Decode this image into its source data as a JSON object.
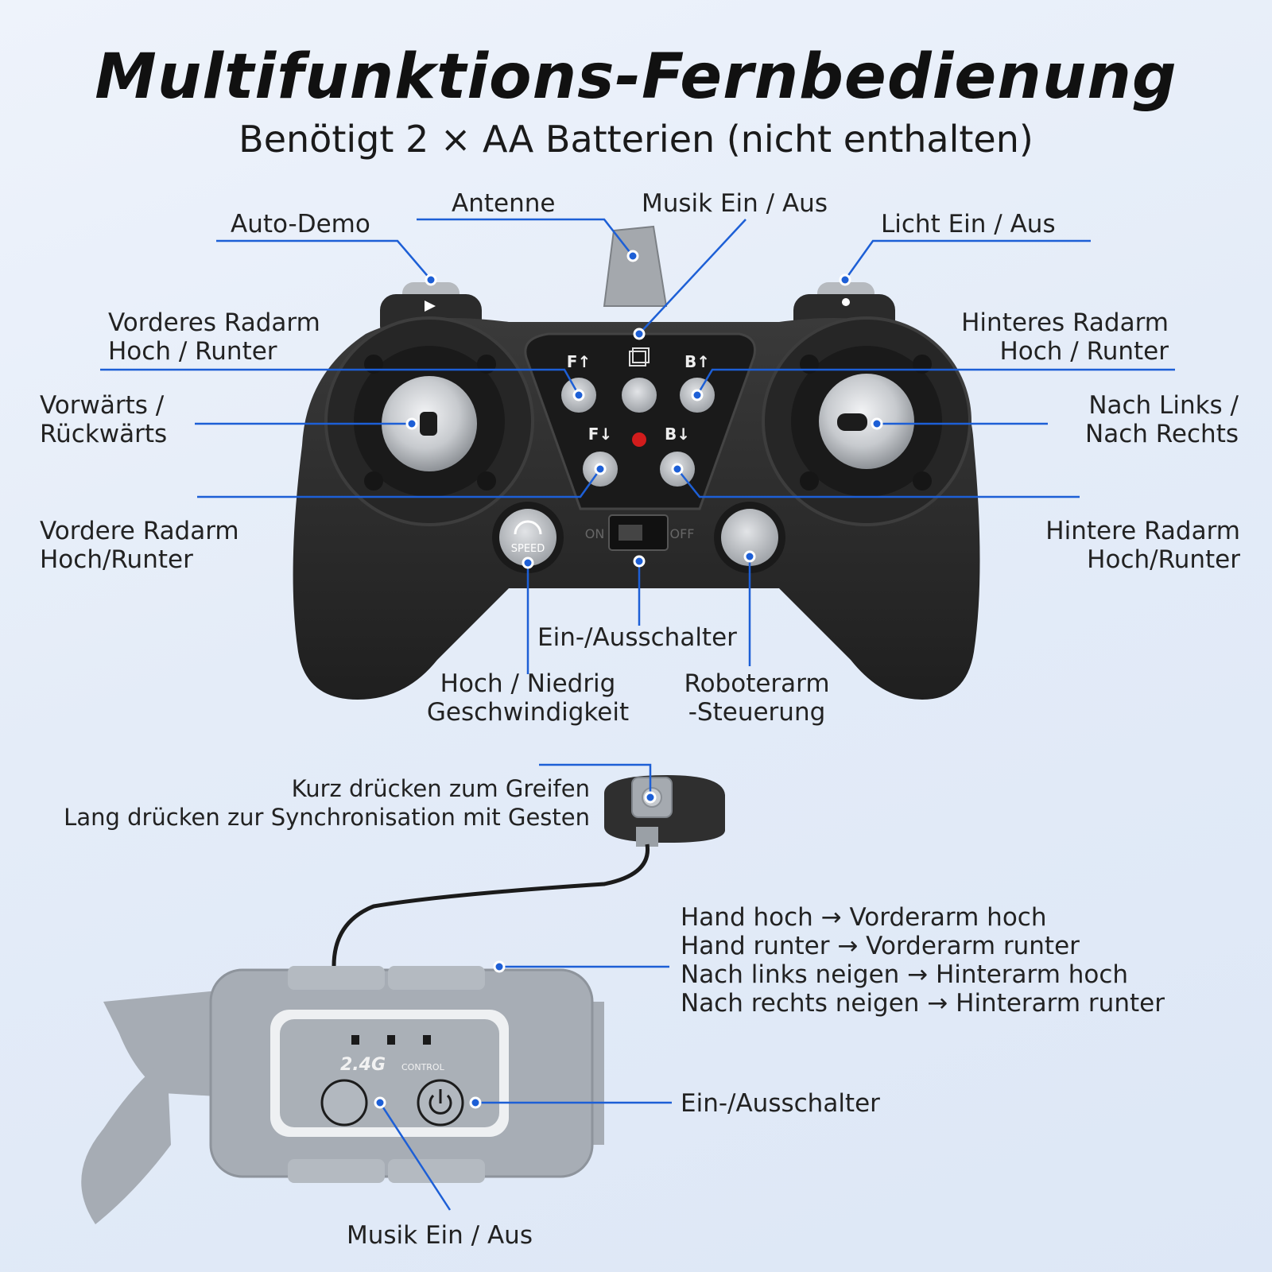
{
  "header": {
    "title": "Multifunktions-Fernbedienung",
    "subtitle": "Benötigt 2 × AA Batterien (nicht enthalten)"
  },
  "remote": {
    "labels": {
      "auto_demo": "Auto-Demo",
      "antenna": "Antenne",
      "music_top": "Musik Ein / Aus",
      "light": "Licht Ein / Aus",
      "front_arm_1": "Vorderes Radarm",
      "front_arm_2": "Hoch / Runter",
      "rear_arm_1": "Hinteres Radarm",
      "rear_arm_2": "Hoch / Runter",
      "forward_1": "Vorwärts /",
      "forward_2": "Rückwärts",
      "leftright_1": "Nach Links /",
      "leftright_2": "Nach Rechts",
      "front_arm_b_1": "Vordere Radarm",
      "front_arm_b_2": "Hoch/Runter",
      "rear_arm_b_1": "Hintere Radarm",
      "rear_arm_b_2": "Hoch/Runter",
      "power_switch": "Ein-/Ausschalter",
      "speed_1": "Hoch / Niedrig",
      "speed_2": "Geschwindigkeit",
      "robotarm_1": "Roboterarm",
      "robotarm_2": "-Steuerung"
    },
    "button_texts": {
      "f_up": "F↑",
      "b_up": "B↑",
      "f_down": "F↓",
      "b_down": "B↓",
      "speed": "SPEED",
      "on": "ON",
      "off": "OFF"
    }
  },
  "gesture": {
    "ring_1": "Kurz drücken zum Greifen",
    "ring_2": "Lang drücken zur Synchronisation mit Gesten",
    "moves": [
      "Hand hoch → Vorderarm hoch",
      "Hand runter → Vorderarm runter",
      "Nach links neigen → Hinterarm hoch",
      "Nach rechts neigen → Hinterarm runter"
    ],
    "power": "Ein-/Ausschalter",
    "music": "Musik Ein / Aus",
    "brand_1": "2.4G",
    "brand_2": "CONTROL"
  },
  "colors": {
    "accent_line": "#1d5fd6",
    "body": "#2a2a2a",
    "silver": "#b9bdc3",
    "band": "#a6acb4"
  }
}
